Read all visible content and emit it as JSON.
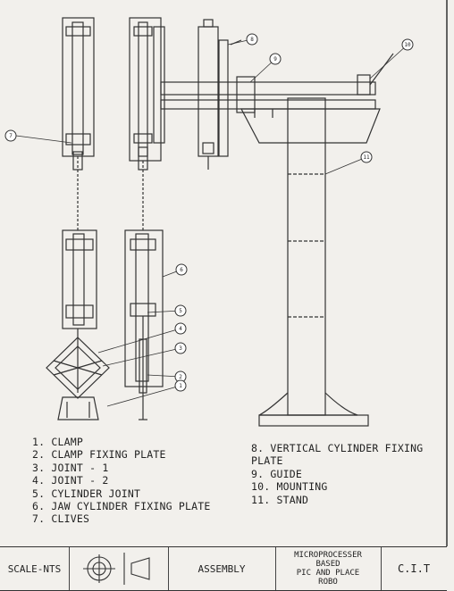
{
  "legend": {
    "left": [
      "1.  CLAMP",
      "2.  CLAMP FIXING PLATE",
      "3.  JOINT - 1",
      "4.  JOINT - 2",
      "5.  CYLINDER JOINT",
      "6.  JAW CYLINDER FIXING PLATE",
      "7.  CLIVES"
    ],
    "right": [
      "8.  VERTICAL CYLINDER FIXING PLATE",
      "9.  GUIDE",
      "10. MOUNTING",
      "11. STAND"
    ]
  },
  "callouts": [
    "1",
    "2",
    "3",
    "4",
    "5",
    "6",
    "7",
    "8",
    "9",
    "10",
    "11"
  ],
  "title_block": {
    "scale": "SCALE-NTS",
    "assembly": "ASSEMBLY",
    "project_line1": "MICROPROCESSER",
    "project_line2": "BASED",
    "project_line3": "PIC AND PLACE",
    "project_line4": "ROBO",
    "org": "C.I.T"
  },
  "projection_symbol": "first-angle-projection-icon"
}
